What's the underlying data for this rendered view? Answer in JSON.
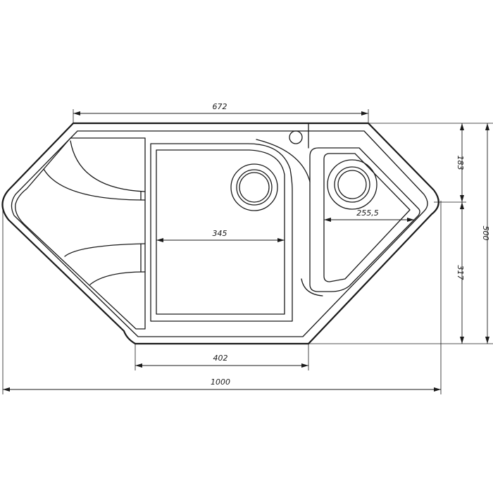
{
  "dimensions": {
    "top_width": "672",
    "right_depth": "183",
    "total_height": "500",
    "right_lower_depth": "317",
    "main_bowl_width": "345",
    "small_bowl_width": "255,5",
    "bottom_width": "402",
    "total_width": "1000"
  }
}
